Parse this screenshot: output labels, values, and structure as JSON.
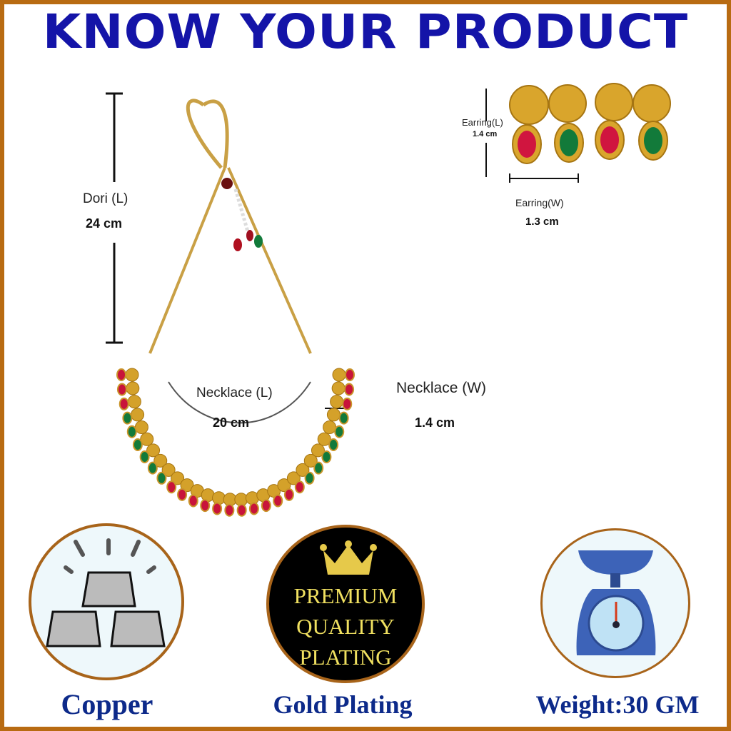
{
  "title": "KNOW YOUR PRODUCT",
  "dori": {
    "label": "Dori (L)",
    "value": "24 cm"
  },
  "necklace_length": {
    "label": "Necklace (L)",
    "value": "20 cm"
  },
  "necklace_width": {
    "label": "Necklace (W)",
    "value": "1.4 cm"
  },
  "earring_length": {
    "label": "Earring(L)",
    "value": "1.4 cm"
  },
  "earring_width": {
    "label": "Earring(W)",
    "value": "1.3 cm"
  },
  "badge": {
    "line1": "PREMIUM",
    "line2": "QUALITY",
    "line3": "PLATING"
  },
  "features": [
    {
      "label": "Copper",
      "icon": "metal-bars-icon"
    },
    {
      "label": "Gold Plating",
      "icon": "crown-icon"
    },
    {
      "label": "Weight:30 GM",
      "icon": "weighing-scale-icon"
    }
  ],
  "colors": {
    "border": "#b86b12",
    "title": "#1414a8",
    "caption": "#0d2a8a",
    "gold": "#d4a12a",
    "ruby": "#c8143a",
    "emerald": "#127a3a"
  }
}
